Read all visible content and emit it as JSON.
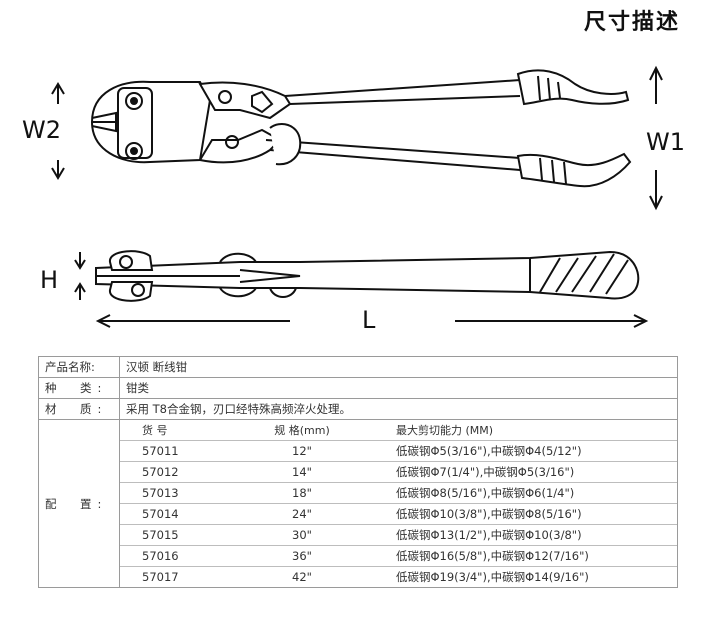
{
  "title": "尺寸描述",
  "dimensions": {
    "w1": "W1",
    "w2": "W2",
    "h": "H",
    "l": "L"
  },
  "product": {
    "name_label": "产品名称:",
    "name_value": "汉顿 断线钳",
    "type_label": "种　类:",
    "type_value": "钳类",
    "material_label": "材　质:",
    "material_value": "采用 T8合金钢，刃口经特殊高频淬火处理。",
    "config_label": "配　置:"
  },
  "config_table": {
    "headers": [
      "货 号",
      "规 格(mm)",
      "最大剪切能力 (MM)"
    ],
    "rows": [
      [
        "57011",
        "12\"",
        "低碳钢Φ5(3/16\"),中碳钢Φ4(5/12\")"
      ],
      [
        "57012",
        "14\"",
        "低碳钢Φ7(1/4\"),中碳钢Φ5(3/16\")"
      ],
      [
        "57013",
        "18\"",
        "低碳钢Φ8(5/16\"),中碳钢Φ6(1/4\")"
      ],
      [
        "57014",
        "24\"",
        "低碳钢Φ10(3/8\"),中碳钢Φ8(5/16\")"
      ],
      [
        "57015",
        "30\"",
        "低碳钢Φ13(1/2\"),中碳钢Φ10(3/8\")"
      ],
      [
        "57016",
        "36\"",
        "低碳钢Φ16(5/8\"),中碳钢Φ12(7/16\")"
      ],
      [
        "57017",
        "42\"",
        "低碳钢Φ19(3/4\"),中碳钢Φ14(9/16\")"
      ]
    ]
  }
}
